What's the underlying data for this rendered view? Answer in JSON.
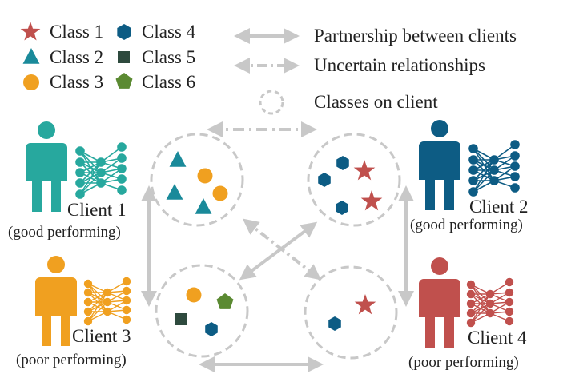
{
  "legend": {
    "classes": [
      {
        "label": "Class 1",
        "shape": "star-icon",
        "color": "#c0504d"
      },
      {
        "label": "Class 2",
        "shape": "triangle-icon",
        "color": "#1a8a9a"
      },
      {
        "label": "Class 3",
        "shape": "circle-icon",
        "color": "#f0a020"
      },
      {
        "label": "Class 4",
        "shape": "hexagon-icon",
        "color": "#0d5c84"
      },
      {
        "label": "Class 5",
        "shape": "square-icon",
        "color": "#2e4a3e"
      },
      {
        "label": "Class 6",
        "shape": "pentagon-icon",
        "color": "#5b8a32"
      }
    ],
    "partnership": "Partnership between clients",
    "uncertain": "Uncertain relationships",
    "classes_on_client": "Classes on client"
  },
  "clients": [
    {
      "name": "Client 1",
      "status": "(good performing)",
      "color": "#27a89e"
    },
    {
      "name": "Client 2",
      "status": "(good performing)",
      "color": "#0d5c84"
    },
    {
      "name": "Client 3",
      "status": "(poor performing)",
      "color": "#f0a020"
    },
    {
      "name": "Client 4",
      "status": "(poor performing)",
      "color": "#c0504d"
    }
  ],
  "colors": {
    "arrow": "#c8c8c8",
    "dashed_circle": "#c8c8c8"
  }
}
